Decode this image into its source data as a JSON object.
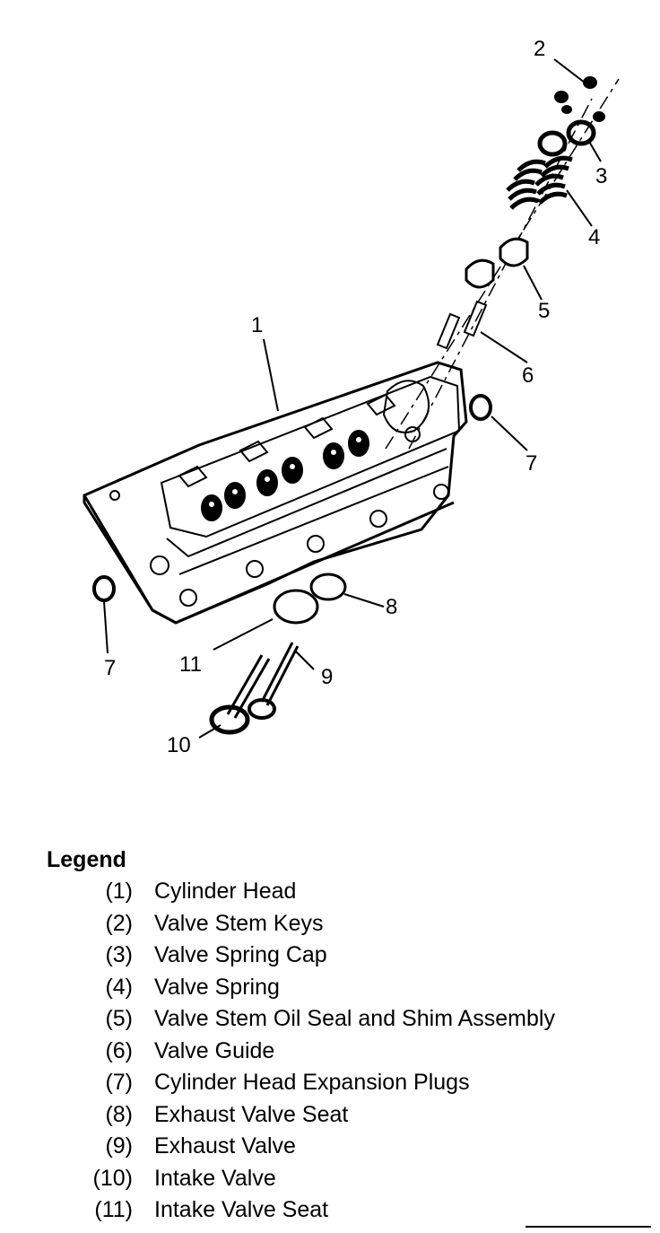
{
  "callouts": [
    "1",
    "2",
    "3",
    "4",
    "5",
    "6",
    "7",
    "7",
    "8",
    "9",
    "10",
    "11"
  ],
  "legend": {
    "title": "Legend",
    "items": [
      {
        "num": "(1)",
        "label": "Cylinder Head"
      },
      {
        "num": "(2)",
        "label": "Valve Stem Keys"
      },
      {
        "num": "(3)",
        "label": "Valve Spring Cap"
      },
      {
        "num": "(4)",
        "label": "Valve Spring"
      },
      {
        "num": "(5)",
        "label": "Valve Stem Oil Seal and Shim Assembly"
      },
      {
        "num": "(6)",
        "label": "Valve Guide"
      },
      {
        "num": "(7)",
        "label": "Cylinder Head Expansion Plugs"
      },
      {
        "num": "(8)",
        "label": "Exhaust Valve Seat"
      },
      {
        "num": "(9)",
        "label": "Exhaust Valve"
      },
      {
        "num": "(10)",
        "label": "Intake Valve"
      },
      {
        "num": "(11)",
        "label": "Intake Valve Seat"
      }
    ]
  }
}
